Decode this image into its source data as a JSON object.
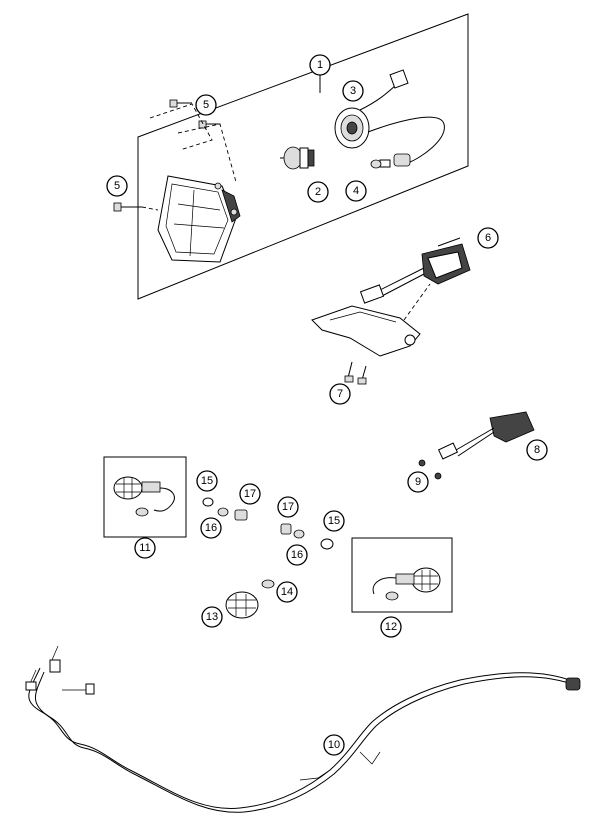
{
  "diagram": {
    "callouts": [
      "1",
      "2",
      "3",
      "4",
      "5",
      "5",
      "6",
      "7",
      "8",
      "9",
      "10",
      "11",
      "12",
      "13",
      "14",
      "15",
      "15",
      "16",
      "16",
      "17",
      "17"
    ]
  }
}
